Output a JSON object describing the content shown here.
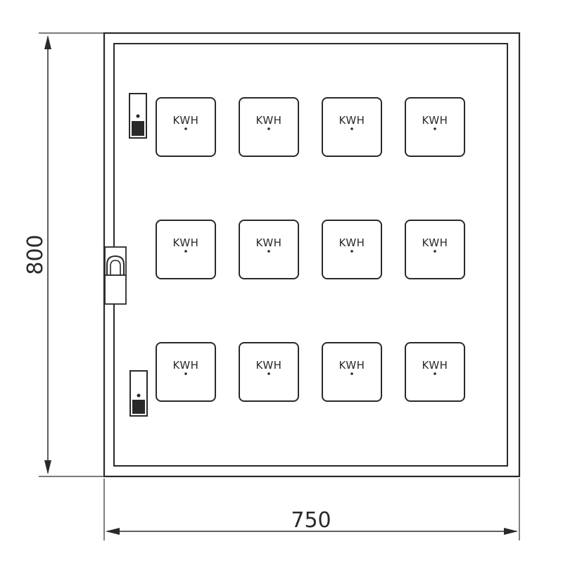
{
  "dimensions": {
    "height_label": "800",
    "width_label": "750"
  },
  "meters": {
    "rows": 3,
    "columns": 4,
    "labels": [
      [
        "KWH",
        "KWH",
        "KWH",
        "KWH"
      ],
      [
        "KWH",
        "KWH",
        "KWH",
        "KWH"
      ],
      [
        "KWH",
        "KWH",
        "KWH",
        "KWH"
      ]
    ]
  },
  "colors": {
    "line": "#2a2a2a",
    "background": "#ffffff"
  }
}
